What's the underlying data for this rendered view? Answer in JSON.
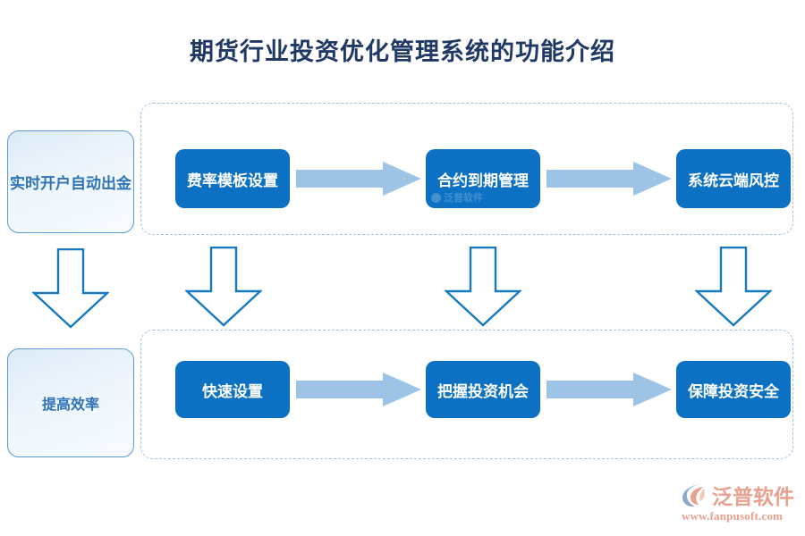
{
  "page": {
    "title": "期货行业投资优化管理系统的功能介绍"
  },
  "outcomes": [
    {
      "label": "实时开户自动出金"
    },
    {
      "label": "提高效率"
    }
  ],
  "rows": [
    {
      "name": "top-feature-row",
      "boxes": [
        {
          "label": "费率模板设置"
        },
        {
          "label": "合约到期管理",
          "watermark": "泛普软件"
        },
        {
          "label": "系统云端风控"
        }
      ]
    },
    {
      "name": "bottom-feature-row",
      "boxes": [
        {
          "label": "快速设置"
        },
        {
          "label": "把握投资机会"
        },
        {
          "label": "保障投资安全"
        }
      ]
    }
  ],
  "brand": {
    "name": "泛普软件",
    "url": "www.fanpusoft.com"
  },
  "colors": {
    "title_navy": "#1F3864",
    "feature_blue": "#0C71C3",
    "arrow_light_blue": "#9DC3E6",
    "dashed_border": "#9DC3E6",
    "outcome_text": "#2E74B5",
    "brand_salmon": "#E8A090",
    "brand_mark_blue": "#8FA9C4"
  }
}
